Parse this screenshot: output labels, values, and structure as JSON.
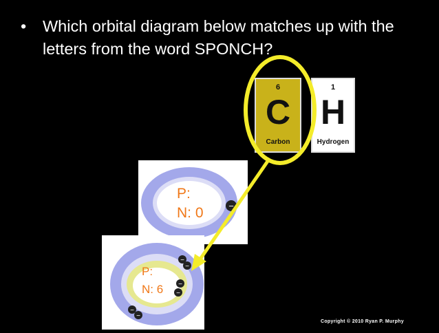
{
  "question": {
    "bullet": "•",
    "text": "Which orbital diagram below matches up with the letters from the word SPONCH?"
  },
  "elements": [
    {
      "number": "6",
      "symbol": "C",
      "name": "Carbon",
      "color": "#c9b21a"
    },
    {
      "number": "1",
      "symbol": "H",
      "name": "Hydrogen",
      "color": "#ffffff"
    }
  ],
  "diagram_top": {
    "p_label": "P:",
    "n_label": "N: 0",
    "electron": "−",
    "electron_count": 1
  },
  "diagram_bottom": {
    "p_label": "P:",
    "n_label": "N: 6",
    "electron": "−",
    "electron_count": 6
  },
  "highlight_color": "#f4ec2a",
  "copyright": "Copyright © 2010 Ryan P. Murphy"
}
